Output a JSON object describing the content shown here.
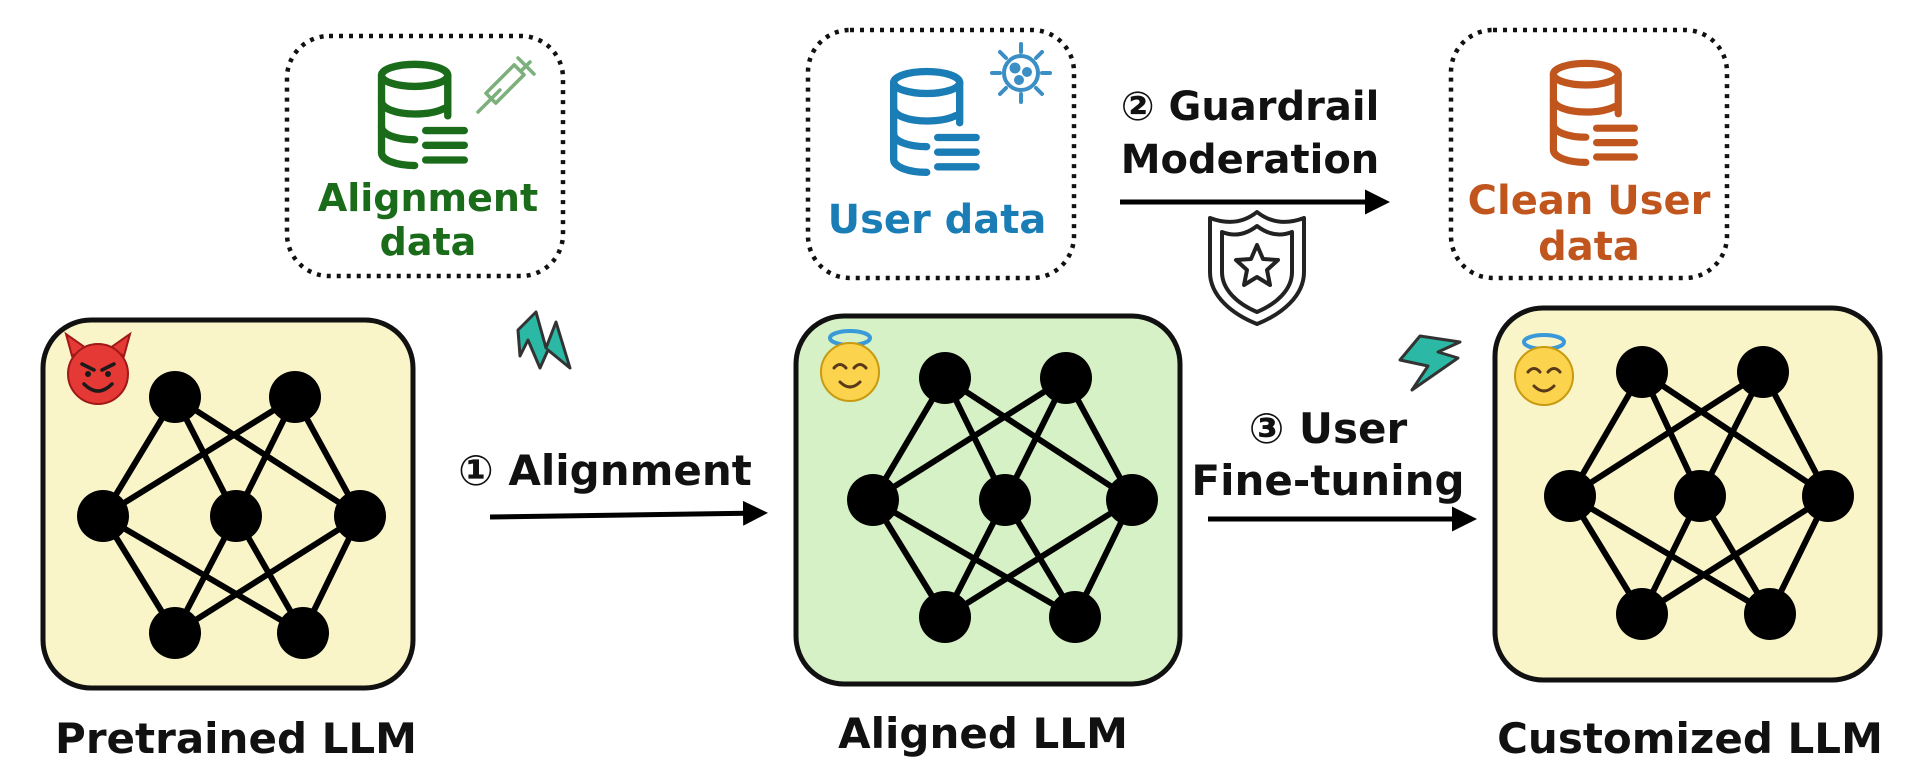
{
  "data_boxes": {
    "alignment": {
      "line1": "Alignment",
      "line2": "data",
      "color": "#1a6b1a",
      "icon": "syringe-icon"
    },
    "user": {
      "line1": "User data",
      "color": "#1a7db5",
      "icon": "virus-icon"
    },
    "clean": {
      "line1": "Clean User",
      "line2": "data",
      "color": "#c0561d"
    }
  },
  "steps": {
    "alignment": {
      "label": "① Alignment"
    },
    "guardrail": {
      "line1": "② Guardrail",
      "line2": "Moderation",
      "icon": "shield-star-icon"
    },
    "finetune": {
      "line1": "③ User",
      "line2": "Fine-tuning",
      "icon": "lightning-icon"
    }
  },
  "models": {
    "pretrained": {
      "label": "Pretrained LLM",
      "fill": "#f9f5c8",
      "face": "devil-face-icon"
    },
    "aligned": {
      "label": "Aligned LLM",
      "fill": "#d5f1c5",
      "face": "angel-face-icon"
    },
    "customized": {
      "label": "Customized LLM",
      "fill": "#f9f5c8",
      "face": "angel-face-icon"
    }
  }
}
